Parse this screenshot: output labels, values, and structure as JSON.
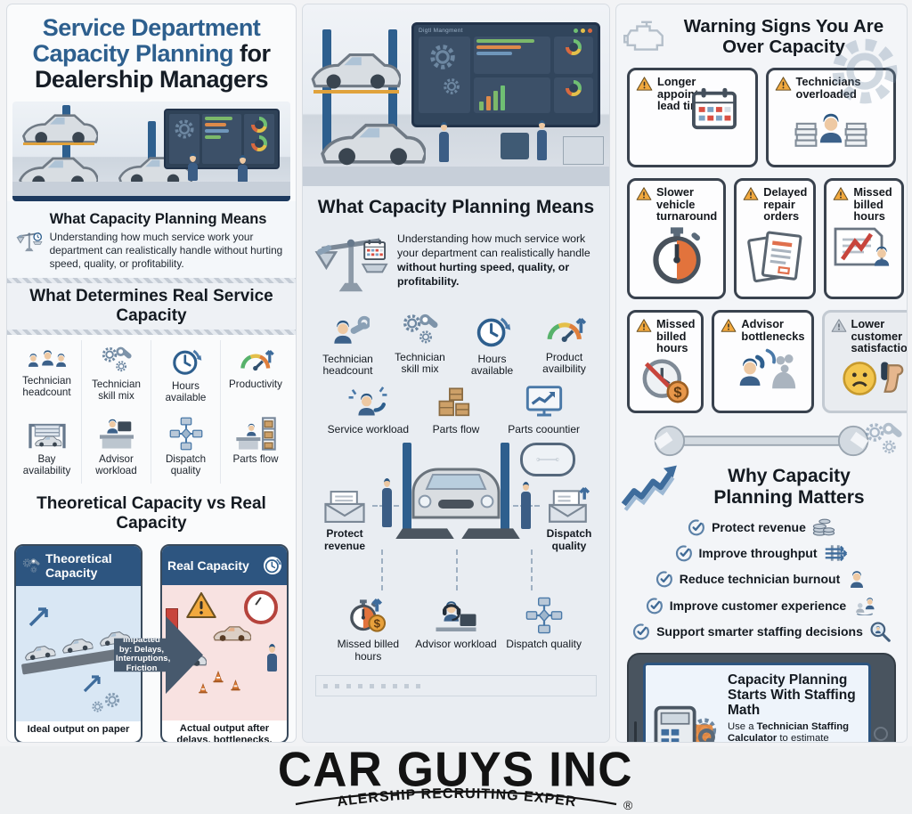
{
  "brand": {
    "logo_title": "CAR GUYS INC",
    "logo_subtitle": "DEALERSHIP RECRUITING EXPERTS",
    "registered_mark": "®"
  },
  "colors": {
    "accent_blue": "#2d5f8e",
    "dark_navy": "#1d3a5f",
    "warning_orange": "#f0a83c",
    "alert_red": "#c8453c",
    "box_border": "#39424e",
    "theoretical_body": "#d9e7f4",
    "real_body": "#f8e2e1"
  },
  "left": {
    "title": {
      "line1": "Service Department",
      "line2_blue": "Capacity Planning",
      "line2_dark": " for",
      "line3": "Dealership Managers"
    },
    "meaning": {
      "heading": "What Capacity Planning Means",
      "body": "Understanding how much service work your department can realistically handle without hurting speed, quality, or profitability."
    },
    "determines": {
      "heading": "What Determines Real Service Capacity",
      "items": [
        {
          "label": "Technician headcount",
          "icon": "technicians-icon"
        },
        {
          "label": "Technician skill mix",
          "icon": "gears-wrench-icon"
        },
        {
          "label": "Hours available",
          "icon": "clock-icon"
        },
        {
          "label": "Productivity",
          "icon": "gauge-icon"
        },
        {
          "label": "Bay availability",
          "icon": "garage-bay-icon"
        },
        {
          "label": "Advisor workload",
          "icon": "advisor-desk-icon"
        },
        {
          "label": "Dispatch quality",
          "icon": "flowchart-icon"
        },
        {
          "label": "Parts flow",
          "icon": "parts-counter-icon"
        }
      ]
    },
    "comparison": {
      "heading": "Theoretical Capacity vs Real Capacity",
      "theoretical_title": "Theoretical Capacity",
      "theoretical_caption": "Ideal output on paper",
      "arrow_text": "Impacted by: Delays, Interruptions, Friction",
      "real_title": "Real Capacity",
      "real_caption": "Actual output after delays, bottlenecks, interruptions, and workflow friction"
    }
  },
  "middle": {
    "dashboard_title": "Digtl Mangment",
    "meaning": {
      "heading": "What Capacity Planning Means",
      "body_normal": "Understanding how much service work your department can realistically handle ",
      "body_bold": "without hurting speed, quality, or profitability."
    },
    "factors_row1": [
      {
        "label": "Technician headcount",
        "icon": "technician-wrench-icon"
      },
      {
        "label": "Technician skill mix",
        "icon": "gears-wrench-icon"
      },
      {
        "label": "Hours available",
        "icon": "clock-icon"
      },
      {
        "label": "Product availbility",
        "icon": "gauge-icon"
      }
    ],
    "factors_row2": [
      {
        "label": "Service workload",
        "icon": "technician-phone-icon"
      },
      {
        "label": "Parts flow",
        "icon": "parts-boxes-icon"
      },
      {
        "label": "Parts coountier",
        "icon": "monitor-chart-icon"
      }
    ],
    "side_left_label": "Protect revenue",
    "side_right_label": "Dispatch quality",
    "factors_row3": [
      {
        "label": "Missed billed hours",
        "icon": "stopwatch-dollar-icon"
      },
      {
        "label": "Advisor workload",
        "icon": "advisor-headset-icon"
      },
      {
        "label": "Dispatch quality",
        "icon": "flowchart-icon"
      }
    ]
  },
  "right": {
    "warning": {
      "heading": "Warning Signs You Are Over Capacity",
      "boxes": [
        {
          "label": "Longer appointment lead times",
          "icon": "calendar-icon"
        },
        {
          "label": "Technicians overloaded",
          "icon": "overloaded-technician-icon"
        },
        {
          "label": "Slower vehicle turnaround",
          "icon": "stopwatch-icon"
        },
        {
          "label": "Delayed repair orders",
          "icon": "repair-orders-icon"
        },
        {
          "label": "Missed billed hours",
          "icon": "technician-report-icon"
        },
        {
          "label": "Missed billed hours",
          "icon": "clock-dollar-icon"
        },
        {
          "label": "Advisor bottlenecks",
          "icon": "advisor-phones-icon"
        },
        {
          "label": "Lower customer satisfaction",
          "icon": "sad-thumbs-down-icon"
        }
      ]
    },
    "why": {
      "heading": "Why Capacity Planning Matters",
      "items": [
        {
          "label": "Protect revenue",
          "icon": "coins-icon"
        },
        {
          "label": "Improve throughput",
          "icon": "throughput-arrow-icon"
        },
        {
          "label": "Reduce technician burnout",
          "icon": "technician-icon"
        },
        {
          "label": "Improve customer experience",
          "icon": "customer-care-icon"
        },
        {
          "label": "Support smarter staffing decisions",
          "icon": "magnifier-person-icon"
        }
      ]
    },
    "cta": {
      "title": "Capacity Planning Starts With Staffing Math",
      "body_pre": "Use a ",
      "body_bold": "Technician Staffing Calculator",
      "body_post": " to estimate whether the current technician capacity can support the expected service demand."
    }
  }
}
